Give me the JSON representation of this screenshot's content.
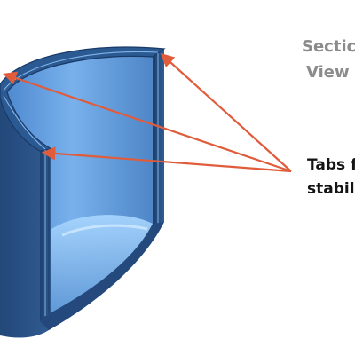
{
  "labels": {
    "section_line1": "Sectic",
    "section_line2": "View",
    "tabs_line1": "Tabs f",
    "tabs_line2": "stabil"
  },
  "colors": {
    "outer_shell": "#3f6fa8",
    "outer_shell_dark": "#244a7a",
    "inner_surface": "#5a95d6",
    "inner_light": "#8cbdf0",
    "wall_edge": "#1f416f",
    "arrow": "#e05c3a",
    "section_text": "#8b8b8b",
    "tabs_text": "#141414"
  },
  "icons": {
    "arrow_heads": "arrowhead-icon"
  }
}
